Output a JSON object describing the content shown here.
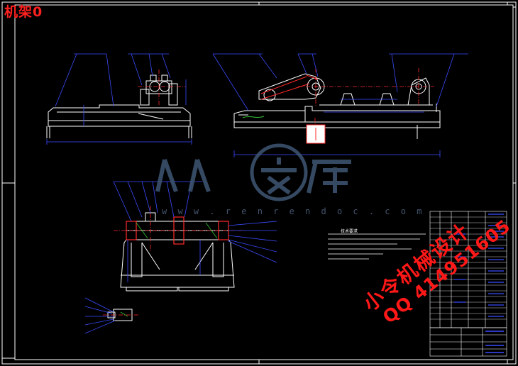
{
  "drawing": {
    "title": "机架0",
    "watermark_logo": "人人文库",
    "watermark_url": "w w w . r e n r e n d o c . c o m",
    "stamp_line1": "小令机械设计",
    "stamp_line2": "QQ 414951605",
    "tech_notes_title": "技术要求"
  },
  "colors": {
    "background": "#000000",
    "frame": "#ffffff",
    "dimension": "#3a4cff",
    "geometry": "#ffffff",
    "centerline": "#ff2a2a",
    "hatch": "#34c534",
    "title_text": "#ff2020",
    "stamp": "#ff1818",
    "watermark": "#3f5674"
  }
}
